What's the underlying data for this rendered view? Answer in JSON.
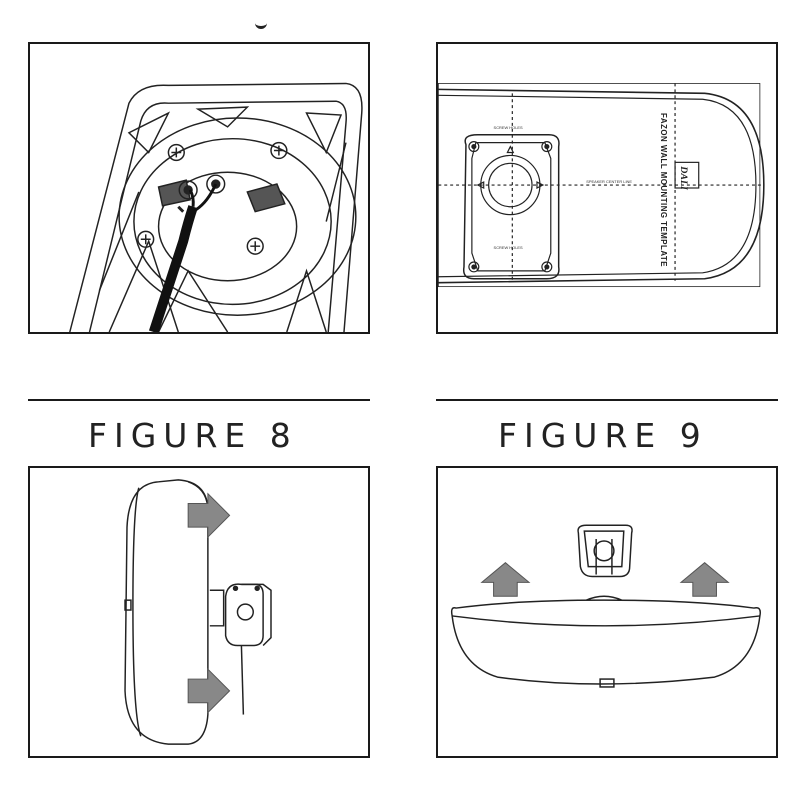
{
  "figures": {
    "fig8": {
      "title": "FIGURE 8"
    },
    "fig9": {
      "title": "FIGURE 9"
    }
  },
  "template": {
    "title": "FAZON WALL MOUNTING TEMPLATE",
    "logo": "DALI",
    "screw_holes_label": "SCREW HOLES",
    "center_line_label": "SPEAKER CENTER LINE"
  }
}
